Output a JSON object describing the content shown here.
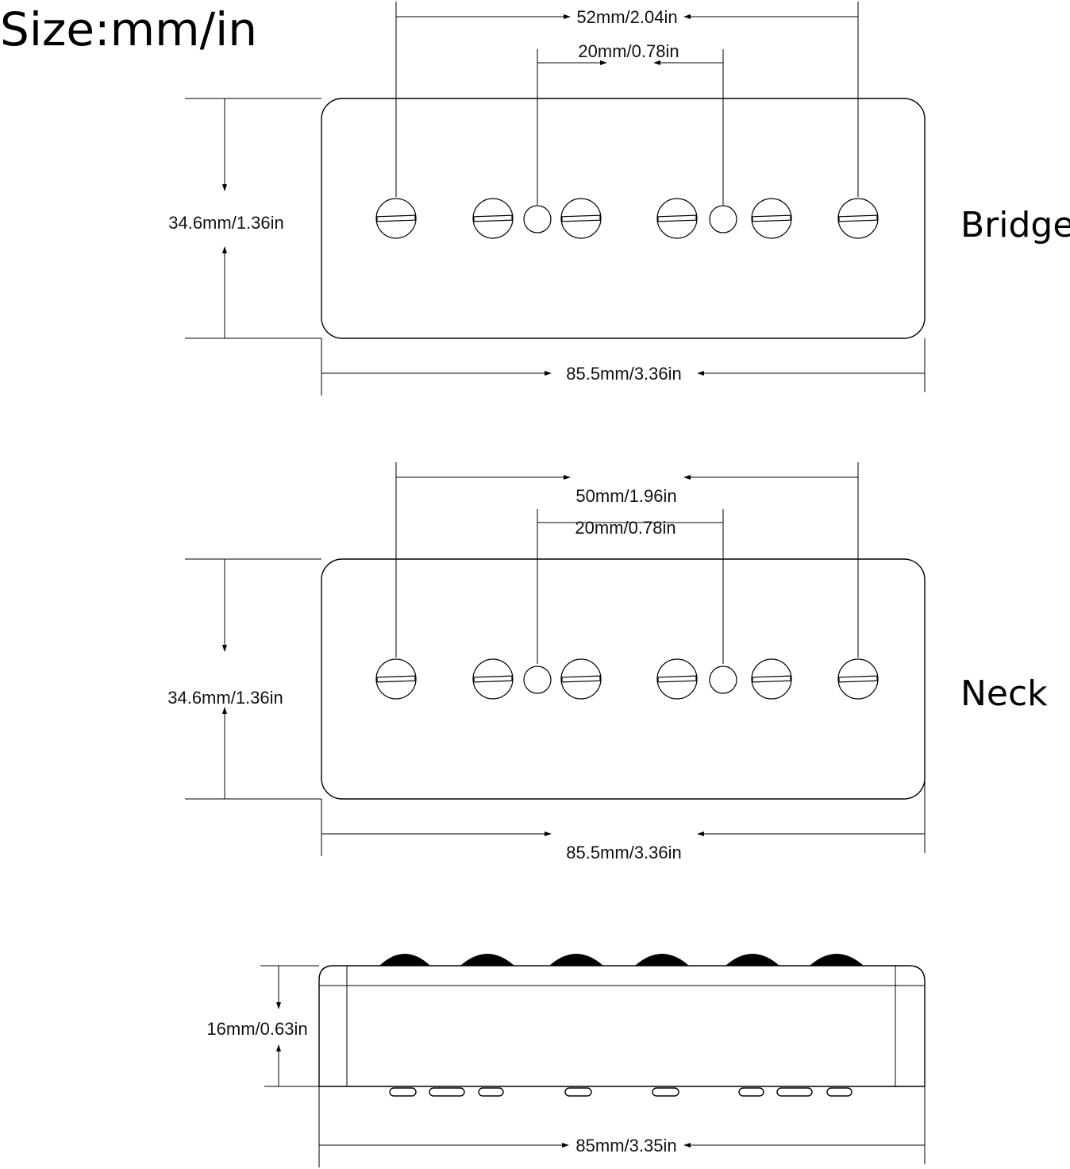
{
  "title": "Size:mm/in",
  "bridge": {
    "label": "Bridge",
    "outer_span": "52mm/2.04in",
    "inner_span": "20mm/0.78in",
    "height": "34.6mm/1.36in",
    "width": "85.5mm/3.36in"
  },
  "neck": {
    "label": "Neck",
    "outer_span": "50mm/1.96in",
    "inner_span": "20mm/0.78in",
    "height": "34.6mm/1.36in",
    "width": "85.5mm/3.36in"
  },
  "side_view": {
    "height": "16mm/0.63in",
    "width": "85mm/3.35in"
  }
}
